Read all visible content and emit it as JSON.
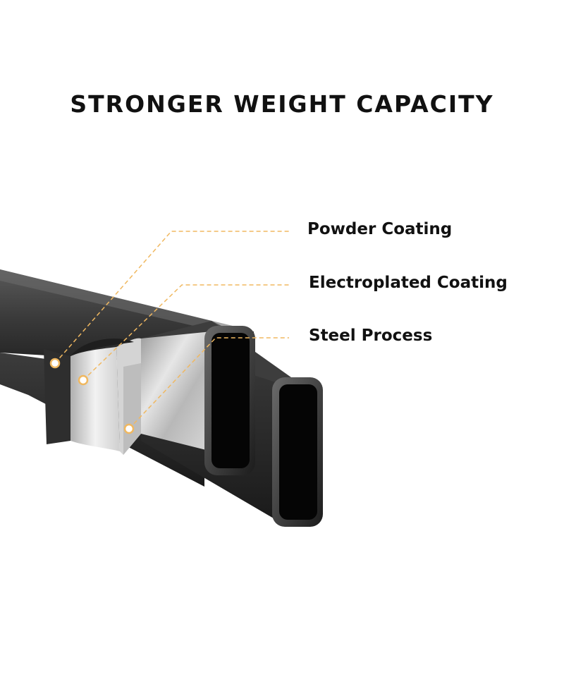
{
  "headline": "STRONGER WEIGHT CAPACITY",
  "callouts": [
    {
      "label": "Powder Coating"
    },
    {
      "label": "Electroplated Coating"
    },
    {
      "label": "Steel Process"
    }
  ],
  "colors": {
    "accent": "#f0b860",
    "text": "#111111",
    "tube": "#2a2a2a",
    "tube_highlight": "#4a4a4a",
    "steel": "#c8c8c8"
  }
}
